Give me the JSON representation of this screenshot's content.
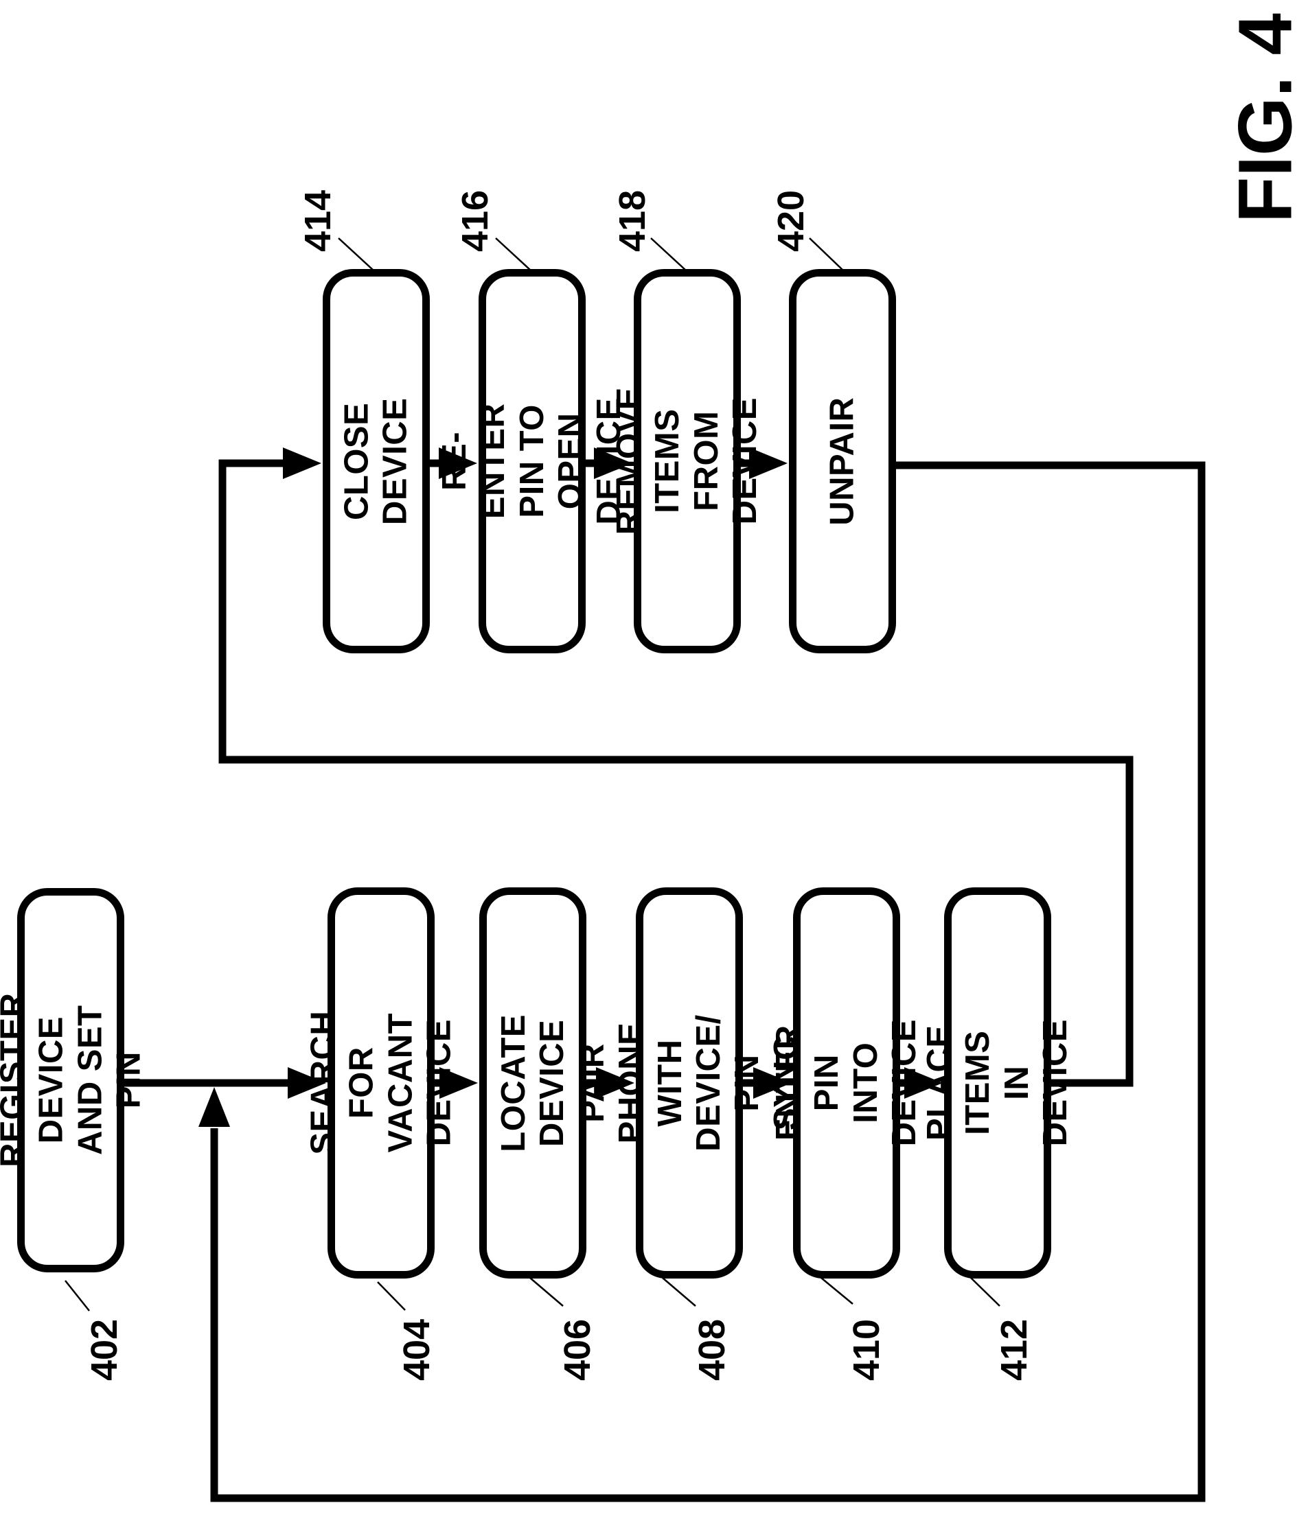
{
  "figure": {
    "title": "FIG. 4",
    "number": "4"
  },
  "colors": {
    "ink": "#000000",
    "paper": "#ffffff"
  },
  "steps": [
    {
      "ref": "402",
      "label": "REGISTER DEVICE\nAND SET PIN"
    },
    {
      "ref": "404",
      "label": "SEARCH FOR\nVACANT DEVICE"
    },
    {
      "ref": "406",
      "label": "LOCATE DEVICE"
    },
    {
      "ref": "408",
      "label": "PAIR PHONE WITH\nDEVICE/ PIN SYNC"
    },
    {
      "ref": "410",
      "label": "ENTER PIN INTO\nDEVICE"
    },
    {
      "ref": "412",
      "label": "PLACE ITEMS IN\nDEVICE"
    },
    {
      "ref": "414",
      "label": "CLOSE DEVICE"
    },
    {
      "ref": "416",
      "label": "RE-ENTER PIN TO\nOPEN DEVICE"
    },
    {
      "ref": "418",
      "label": "REMOVE ITEMS\nFROM DEVICE"
    },
    {
      "ref": "420",
      "label": "UNPAIR"
    }
  ],
  "connections": [
    {
      "from": "402",
      "to": "404"
    },
    {
      "from": "404",
      "to": "406"
    },
    {
      "from": "406",
      "to": "408"
    },
    {
      "from": "408",
      "to": "410"
    },
    {
      "from": "410",
      "to": "412"
    },
    {
      "from": "412",
      "to": "414"
    },
    {
      "from": "414",
      "to": "416"
    },
    {
      "from": "416",
      "to": "418"
    },
    {
      "from": "418",
      "to": "420"
    },
    {
      "from": "420",
      "to": "404",
      "note": "loop back"
    }
  ]
}
